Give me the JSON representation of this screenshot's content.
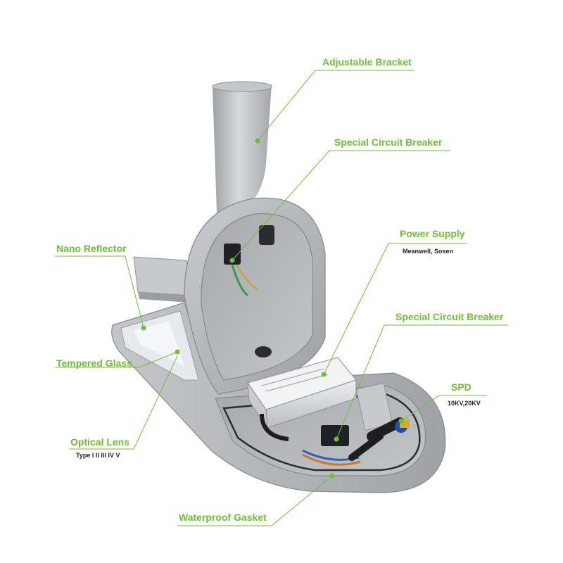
{
  "colors": {
    "accent": "#6cc22c",
    "housing": "#b9bcbf",
    "housing_dark": "#8e9296",
    "driver": "#dfe2e4"
  },
  "callouts": {
    "adjustable_bracket": "Adjustable Bracket",
    "circuit_breaker_top": "Special Circuit Breaker",
    "nano_reflector": "Nano Reflector",
    "power_supply": "Power Supply",
    "power_supply_sub": "Meanwell, Sosen",
    "circuit_breaker_bottom": "Special Circuit Breaker",
    "tempered_glass": "Tempered Glass",
    "spd": "SPD",
    "spd_sub": "10KV,20KV",
    "optical_lens": "Optical Lens",
    "optical_lens_sub": "Type I II III IV V",
    "waterproof_gasket": "Waterproof Gasket"
  }
}
